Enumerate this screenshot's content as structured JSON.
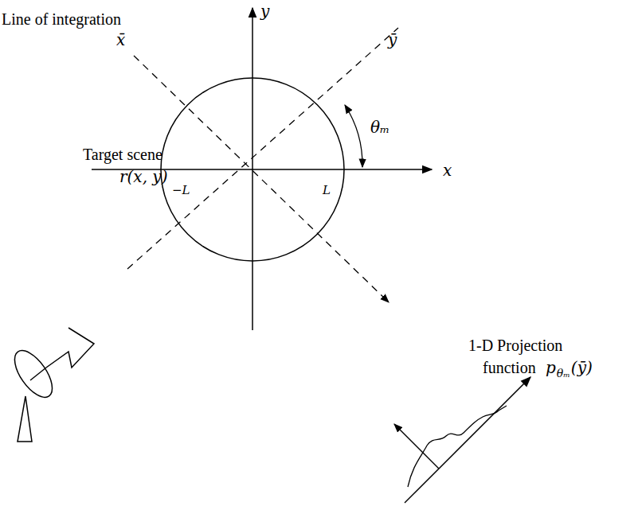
{
  "diagram": {
    "labels": [
      "Line of integration",
      "y",
      "x̄",
      "ȳ",
      "Target scene",
      "r(x, y)",
      "θₘ",
      "x",
      "−L",
      "L",
      "1-D Projection",
      "function",
      "p",
      "θₘ",
      "(ȳ)"
    ]
  }
}
